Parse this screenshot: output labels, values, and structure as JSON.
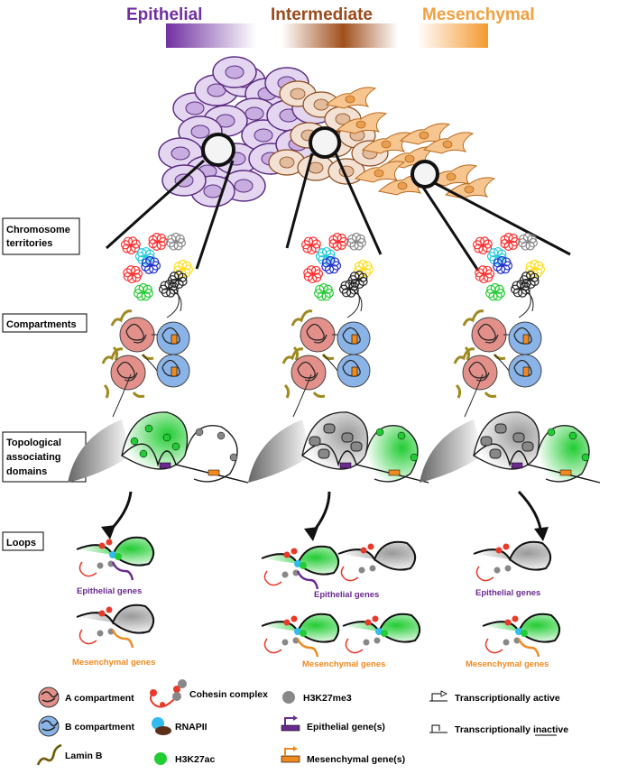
{
  "header": {
    "epithelial": "Epithelial",
    "intermediate": "Intermediate",
    "mesenchymal": "Mesenchymal"
  },
  "colors": {
    "epithelial": "#7030a0",
    "intermediate": "#9a4a1c",
    "mesenchymal": "#f0a040",
    "a_compartment": "#e3908a",
    "b_compartment": "#8ab4e8",
    "h3k27ac": "#22cc33",
    "h3k27me3": "#888888",
    "cohesin": "#e83a2a",
    "rnapii": "#33bbee",
    "epithelial_gene": "#6a2a90",
    "mesenchymal_gene": "#f08a20",
    "lamin": "#a08a20"
  },
  "levels": {
    "chromosome_territories": "Chromosome territories",
    "compartments": "Compartments",
    "tads": "Topological associating domains",
    "loops": "Loops"
  },
  "gene_labels": {
    "epithelial": "Epithelial genes",
    "mesenchymal": "Mesenchymal genes"
  },
  "legend": {
    "a_compartment": "A compartment",
    "b_compartment": "B compartment",
    "lamin_b": "Lamin B",
    "cohesin": "Cohesin complex",
    "rnapii": "RNAPII",
    "h3k27ac": "H3K27ac",
    "h3k27me3": "H3K27me3",
    "epithelial_genes": "Epithelial gene(s)",
    "mesenchymal_genes": "Mesenchymal gene(s)",
    "active": "Transcriptionally active",
    "inactive": "Transcriptionally inactive"
  }
}
